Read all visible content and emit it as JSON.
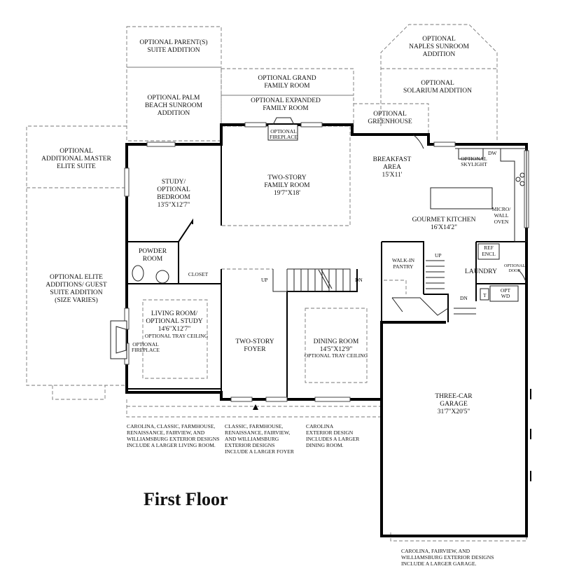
{
  "plan": {
    "title": "First Floor",
    "rooms": {
      "parent_suite": [
        "OPTIONAL PARENT(S)",
        "SUITE ADDITION"
      ],
      "palm_beach": [
        "OPTIONAL PALM",
        "BEACH SUNROOM",
        "ADDITION"
      ],
      "grand_family": [
        "OPTIONAL GRAND",
        "FAMILY ROOM"
      ],
      "expanded_family": [
        "OPTIONAL EXPANDED",
        "FAMILY ROOM"
      ],
      "greenhouse": [
        "OPTIONAL",
        "GREENHOUSE"
      ],
      "naples": [
        "OPTIONAL",
        "NAPLES SUNROOM",
        "ADDITION"
      ],
      "solarium": [
        "OPTIONAL",
        "SOLARIUM ADDITION"
      ],
      "master_elite": [
        "OPTIONAL",
        "ADDITIONAL MASTER",
        "ELITE SUITE"
      ],
      "elite_additions": [
        "OPTIONAL ELITE",
        "ADDITIONS/ GUEST",
        "SUITE ADDITION",
        "(SIZE VARIES)"
      ],
      "study": [
        "STUDY/",
        "OPTIONAL",
        "BEDROOM",
        "13'5\"X12'7\""
      ],
      "family": [
        "TWO-STORY",
        "FAMILY ROOM",
        "19'7\"X18'"
      ],
      "breakfast": [
        "BREAKFAST",
        "AREA",
        "15'X11'"
      ],
      "kitchen": [
        "GOURMET KITCHEN",
        "16'X14'2\""
      ],
      "powder": [
        "POWDER",
        "ROOM"
      ],
      "closet": "CLOSET",
      "walkin_pantry": [
        "WALK-IN",
        "PANTRY"
      ],
      "laundry": "LAUNDRY",
      "living": [
        "LIVING ROOM/",
        "OPTIONAL STUDY",
        "14'6\"X12'7\""
      ],
      "living_tray": "OPTIONAL TRAY CEILING",
      "foyer": [
        "TWO-STORY",
        "FOYER"
      ],
      "dining": [
        "DINING ROOM",
        "14'5\"X12'9\""
      ],
      "dining_tray": "OPTIONAL TRAY CEILING",
      "garage": [
        "THREE-CAR",
        "GARAGE",
        "31'7\"X20'5\""
      ]
    },
    "small_labels": {
      "fireplace_family": [
        "OPTIONAL",
        "FIREPLACE"
      ],
      "fireplace_living": [
        "OPTIONAL",
        "FIREPLACE"
      ],
      "skylight": [
        "OPTIONAL",
        "SKYLIGHT"
      ],
      "dw": "DW",
      "micro": [
        "MICRO/",
        "WALL",
        "OVEN"
      ],
      "ref": [
        "REF",
        "ENCL"
      ],
      "opt_door": [
        "OPTIONAL",
        "DOOR"
      ],
      "opt_wd": [
        "OPT",
        "WD"
      ],
      "t": "T",
      "up_stair": "UP",
      "dn_stair": "DN",
      "up_pantry": "UP",
      "dn_garage": "DN"
    },
    "notes": {
      "living_note": [
        "CAROLINA, CLASSIC, FARMHOUSE,",
        "RENAISSANCE, FAIRVIEW, AND",
        "WILLIAMSBURG  EXTERIOR DESIGNS",
        "INCLUDE  A LARGER LIVING ROOM."
      ],
      "foyer_note": [
        "CLASSIC, FARMHOUSE,",
        "RENAISSANCE, FAIRVIEW,",
        "AND WILLIAMSBURG",
        "EXTERIOR DESIGNS",
        "INCLUDE A LARGER FOYER"
      ],
      "dining_note": [
        "CAROLINA",
        "EXTERIOR DESIGN",
        "INCLUDES A LARGER",
        "DINING ROOM."
      ],
      "garage_note": [
        "CAROLINA, FAIRVIEW, AND",
        "WILLIAMSBURG EXTERIOR DESIGNS",
        "INCLUDE A LARGER GARAGE."
      ]
    }
  }
}
